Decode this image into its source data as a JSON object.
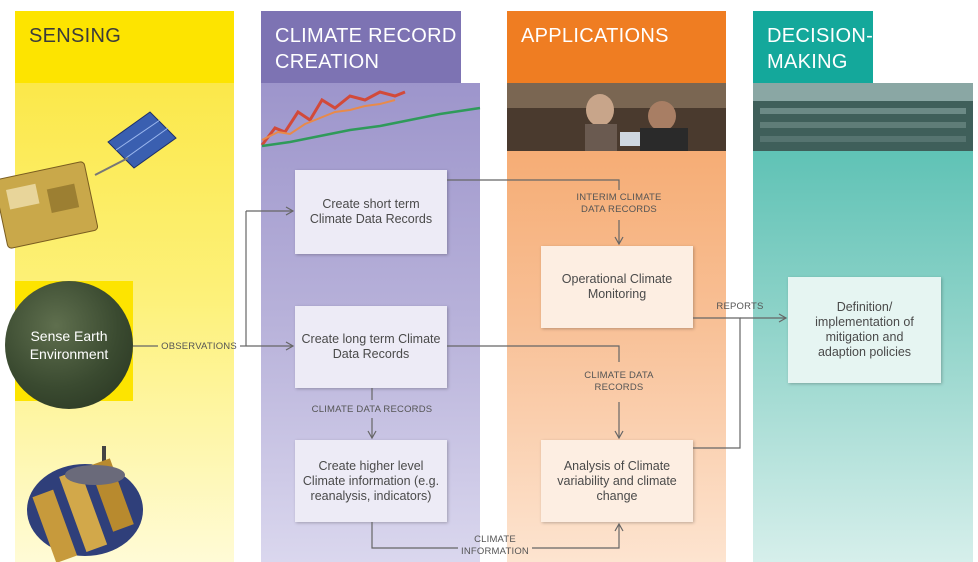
{
  "columns": {
    "sensing": "SENSING",
    "creation": "CLIMATE RECORD CREATION",
    "applications": "APPLICATIONS",
    "decision": "DECISION-MAKING"
  },
  "nodes": {
    "sense": "Sense Earth Environment",
    "short_term": "Create short term Climate Data Records",
    "long_term": "Create long term Climate Data Records",
    "higher_level": "Create higher level Climate information (e.g. reanalysis, indicators)",
    "operational": "Operational Climate Monitoring",
    "analysis": "Analysis of Climate variability and climate change",
    "policies": "Definition/ implementation of mitigation and adaption policies"
  },
  "edges": {
    "observations": "OBSERVATIONS",
    "interim": "INTERIM CLIMATE DATA RECORDS",
    "climate_data_records_1": "CLIMATE DATA RECORDS",
    "climate_data_records_2": "CLIMATE DATA RECORDS",
    "climate_information": "CLIMATE INFORMATION",
    "reports": "REPORTS"
  },
  "colors": {
    "sensing": "#fde400",
    "creation": "#7d73b3",
    "applications": "#ef7d22",
    "decision": "#14a89b",
    "connector": "#666666"
  }
}
